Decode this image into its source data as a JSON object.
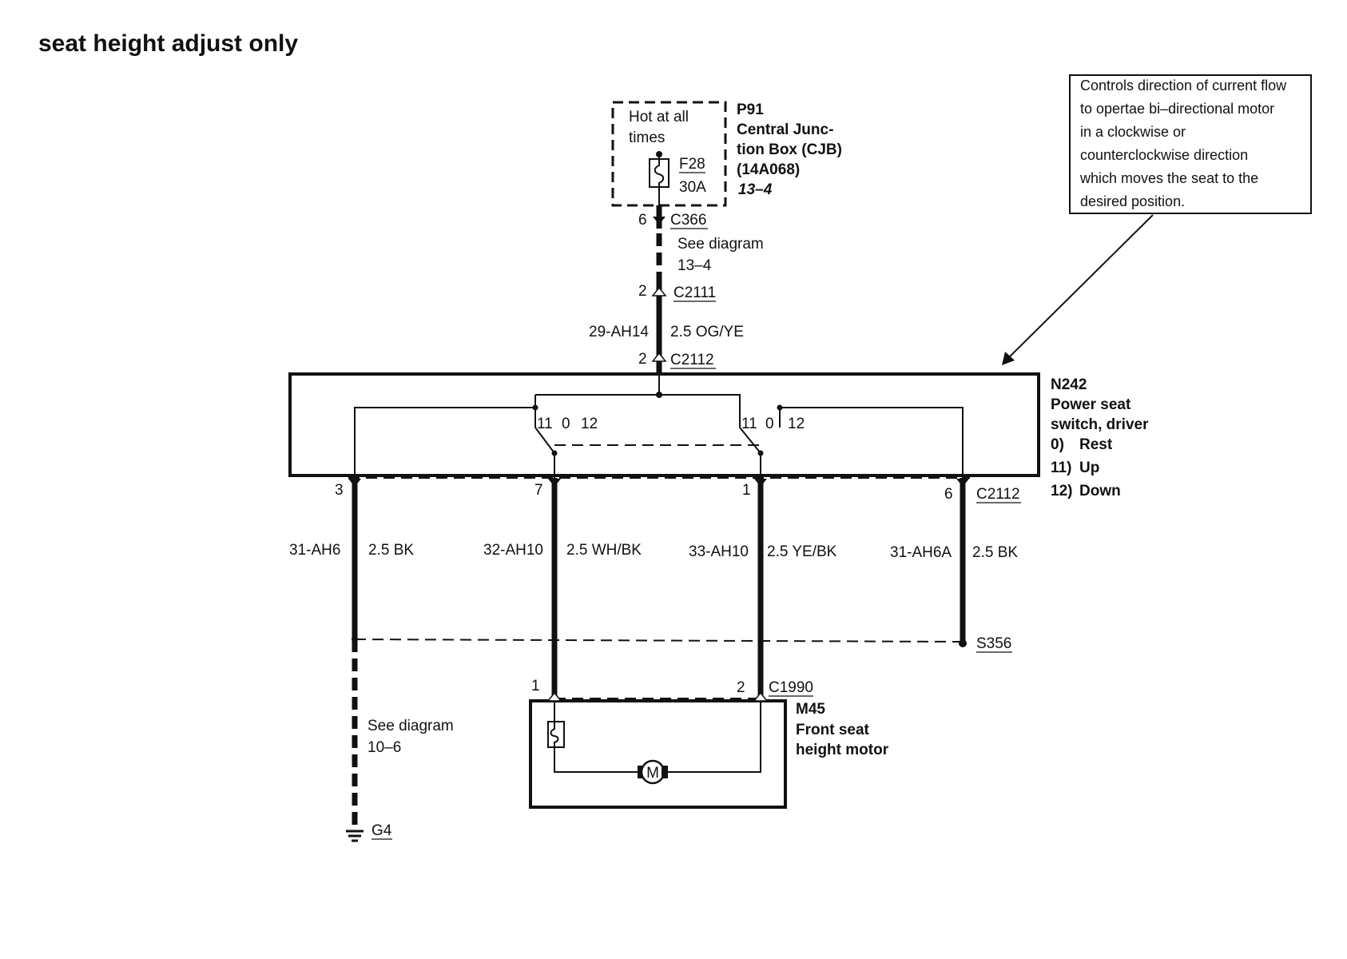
{
  "title": "seat height adjust only",
  "note": {
    "lines": [
      "Controls direction of current flow",
      "to opertae bi–directional motor",
      "in a clockwise or",
      "counterclockwise direction",
      "which moves the seat to the",
      "desired position."
    ]
  },
  "cjb": {
    "hot_line1": "Hot at all",
    "hot_line2": "times",
    "fuse_id": "F28",
    "fuse_rating": "30A",
    "id": "P91",
    "name_line1": "Central Junc-",
    "name_line2": "tion Box (CJB)",
    "part": "(14A068)",
    "ref": "13–4"
  },
  "upper_circuit": {
    "c366_pin": "6",
    "c366": "C366",
    "see_line1": "See diagram",
    "see_line2": "13–4",
    "c2111_pin": "2",
    "c2111": "C2111",
    "circuit": "29-AH14",
    "wire": "2.5 OG/YE",
    "c2112_pin": "2",
    "c2112": "C2112"
  },
  "switch": {
    "id": "N242",
    "name_line1": "Power seat",
    "name_line2": "switch, driver",
    "positions": [
      {
        "key": "0)",
        "label": "Rest"
      },
      {
        "key": "11)",
        "label": "Up"
      },
      {
        "key": "12)",
        "label": "Down"
      }
    ],
    "left_contacts": {
      "p11": "11",
      "p0": "0",
      "p12": "12"
    },
    "right_contacts": {
      "p11": "11",
      "p0": "0",
      "p12": "12"
    }
  },
  "lower_circuits": [
    {
      "pin": "3",
      "circuit": "31-AH6",
      "wire": "2.5 BK"
    },
    {
      "pin": "7",
      "circuit": "32-AH10",
      "wire": "2.5 WH/BK"
    },
    {
      "pin": "1",
      "circuit": "33-AH10",
      "wire": "2.5 YE/BK"
    },
    {
      "pin": "6",
      "circuit": "31-AH6A",
      "wire": "2.5 BK"
    }
  ],
  "lower_connector": "C2112",
  "splice": "S356",
  "motor": {
    "pin1": "1",
    "pin2": "2",
    "connector": "C1990",
    "id": "M45",
    "name_line1": "Front seat",
    "name_line2": "height motor",
    "symbol": "M"
  },
  "ground": {
    "see_line1": "See diagram",
    "see_line2": "10–6",
    "id": "G4"
  }
}
